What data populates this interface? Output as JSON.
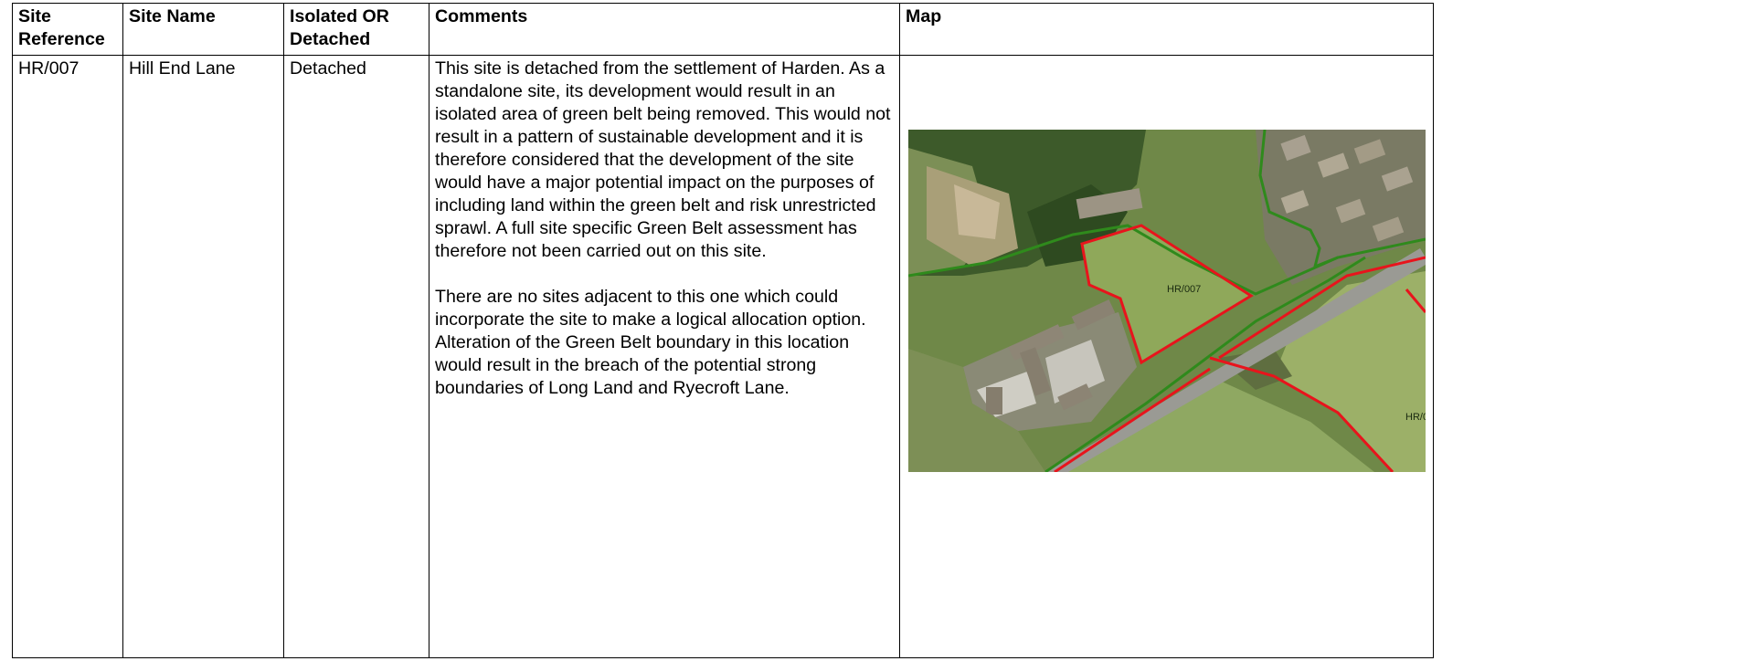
{
  "table": {
    "headers": {
      "site_reference": "Site Reference",
      "site_name": "Site Name",
      "isolated_or_detached": "Isolated OR Detached",
      "comments": "Comments",
      "map": "Map"
    },
    "rows": [
      {
        "site_reference": "HR/007",
        "site_name": "Hill End Lane",
        "isolated_or_detached": "Detached",
        "comments": [
          "This site is detached from the settlement of Harden. As a standalone site, its development would result in an isolated area of green belt being removed. This would not result in a pattern of sustainable development and it is therefore considered that the development of the site would have a major potential impact on the purposes of including land within the green belt and risk unrestricted sprawl. A full site specific Green Belt assessment has therefore not been carried out on this site.",
          "There are no sites adjacent to this one which could incorporate the site to make a logical allocation option. Alteration of the Green Belt boundary in this location would result in the breach of the potential strong boundaries of Long Land and Ryecroft Lane."
        ],
        "map": {
          "site_label": "HR/007",
          "adjacent_label": "HR/0",
          "colors": {
            "site_boundary": "#e8141c",
            "green_belt_line": "#2f8a1c",
            "road": "#9a9a94",
            "field": "#8fa85a"
          }
        }
      }
    ]
  }
}
